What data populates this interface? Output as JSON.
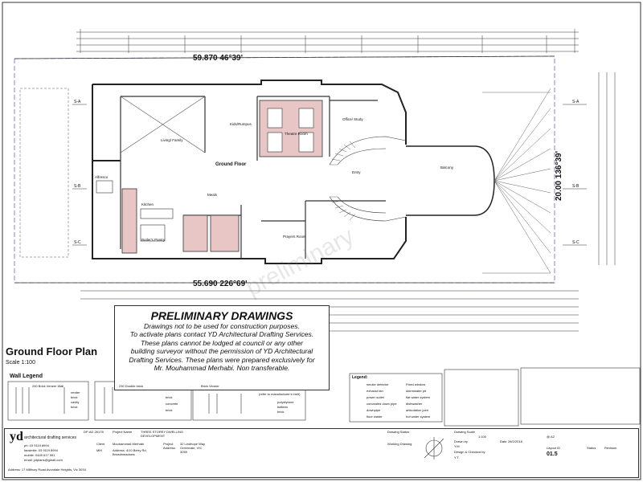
{
  "plan": {
    "top_boundary_label": "59.870 46°39'",
    "bottom_boundary_label": "55.690 226°69'",
    "right_boundary_label": "20.00 136°39'",
    "section_labels": [
      "S-A",
      "S-B",
      "S-C",
      "S-A",
      "S-B",
      "S-C"
    ],
    "rooms": {
      "ground_floor": "Ground Floor",
      "meals": "Meals",
      "kitchen": "Kitchen",
      "kids_rumpus": "Kids/Rumpus",
      "theatre_room": "Theatre Room",
      "office_study": "Office/ Study",
      "entry": "Entry",
      "balcony": "Balcony",
      "prayers_room": "Prayers Room",
      "alfresco": "Alfresco",
      "living": "Living/ Family",
      "butlers_pantry": "Butler's Pantry"
    },
    "watermark": "preliminary"
  },
  "preliminary": {
    "title": "PRELIMINARY DRAWINGS",
    "lines": [
      "Drawings not to be used for construction purposes.",
      "To activate plans contact YD Architectural Drafting Services.",
      "These plans cannot be lodged at council or any other",
      "building surveyor without the permission of YD Architectural",
      "Drafting Services. These plans were prepared exclusively for",
      "Mr. Mouhammad Merhabi. Non transferable."
    ]
  },
  "drawing": {
    "title": "Ground Floor Plan",
    "scale": "Scale 1:100"
  },
  "wall_legend": {
    "title": "Wall Legend",
    "items": [
      "240 Brick Veneer Wall",
      "230 Double brick",
      "Brick Veneer"
    ],
    "labels": [
      "render",
      "brick",
      "cavity",
      "brick",
      "brick",
      "concrete",
      "brick",
      "polystyrene",
      "battens",
      "brick"
    ],
    "note": "(refer to manufacturer's instr)"
  },
  "legend": {
    "title": "Legend:",
    "items": [
      "smoke detector",
      "exhaust fan",
      "power outlet",
      "concealed down pipe",
      "downpipe",
      "floor waste",
      "Fixed window",
      "stormwater pit",
      "flat water system",
      "dishwasher",
      "articulation joint",
      "hot water system"
    ]
  },
  "title_block": {
    "company_logo": "yd",
    "company_name": "architectural drafting services",
    "contact": [
      "ph: 03 9119 8994",
      "facsimile: 03 9119 8994",
      "mobile: 0449 617 951",
      "email: ydplans@gmail.com"
    ],
    "address": "Address: 17 Millbury Road Avondale Heights, Vic 3034",
    "ref": "DP-AD 26178",
    "project_name_label": "Project Name",
    "project_name": "THREE STOREY DWELLING DEVELOPMENT",
    "client_label": "Client",
    "client": "Mouhammad Merhabi",
    "client_title": "MM",
    "client_address": "Address: 4/10 Berry Rd, Broadmeadows",
    "project_label": "Project Address:",
    "project_address": "32 Lindhope Way Greenvale, VIC 3059",
    "drawing_status_label": "Drawing Status",
    "drawing_status": "Working Drawing",
    "scale_label": "Drawing Scale",
    "scale": "1:100",
    "sheet_size": "@ A2",
    "drawn_by_label": "Drawn by",
    "drawn_by": "Y.M",
    "date_label": "Date",
    "date": "28/2/2018",
    "designed_label": "Design & Checked by",
    "designed": "Y.T",
    "layout_label": "Layout ID",
    "layout_id": "01.5",
    "status_label": "Status",
    "status": "Revision"
  }
}
